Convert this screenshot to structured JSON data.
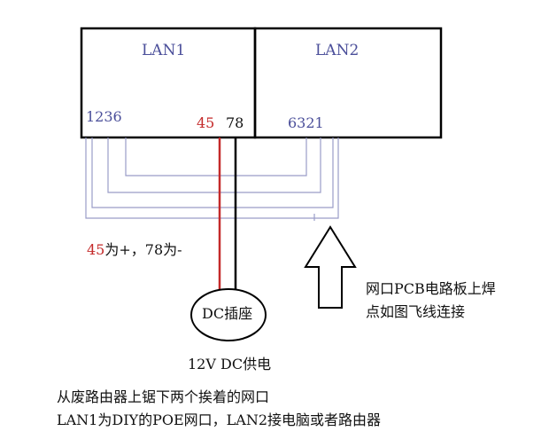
{
  "lan1": {
    "title": "LAN1",
    "pins_left": "1236",
    "pins_red": "45",
    "pins_black": "78"
  },
  "lan2": {
    "title": "LAN2",
    "pins": "6321"
  },
  "polarity": {
    "red_part": "45",
    "rest": "为+，78为-"
  },
  "dc_socket": "DC插座",
  "supply": "12V DC供电",
  "note": {
    "line1": "网口PCB电路板上焊",
    "line2": "点如图飞线连接"
  },
  "footer": {
    "line1": "从废路由器上锯下两个挨着的网口",
    "line2": "LAN1为DIY的POE网口，LAN2接电脑或者路由器"
  },
  "colors": {
    "wire_blue": "#9a9cc8",
    "wire_red": "#c42a2a",
    "wire_black": "#000000",
    "text_blue": "#4b4f9a"
  }
}
